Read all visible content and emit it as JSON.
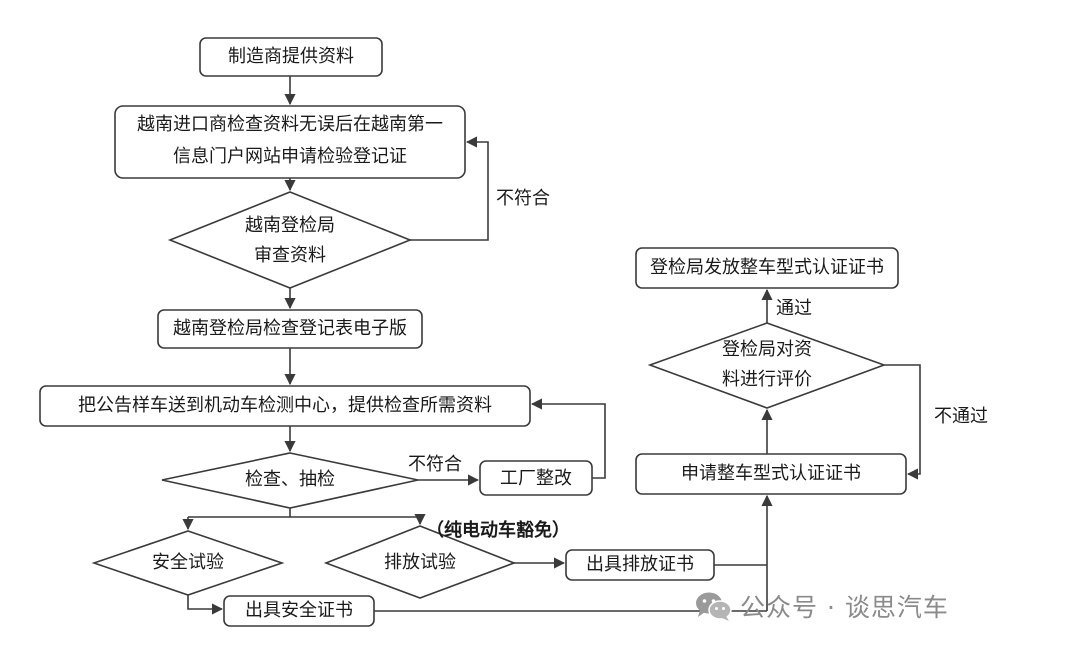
{
  "nodes": {
    "n1": "制造商提供资料",
    "n2_line1": "越南进口商检查资料无误后在越南第一",
    "n2_line2": "信息门户网站申请检验登记证",
    "d1_line1": "越南登检局",
    "d1_line2": "审查资料",
    "n3": "越南登检局检查登记表电子版",
    "n4": "把公告样车送到机动车检测中心，提供检查所需资料",
    "d2": "检查、抽检",
    "n5": "工厂整改",
    "d3": "安全试验",
    "d4": "排放试验",
    "n6": "出具排放证书",
    "n7": "出具安全证书",
    "n8": "申请整车型式认证证书",
    "d5_line1": "登检局对资",
    "d5_line2": "料进行评价",
    "n9": "登检局发放整车型式认证证书"
  },
  "edge_labels": {
    "reject1": "不符合",
    "reject2": "不符合",
    "pass": "通过",
    "fail": "不通过",
    "exempt": "（纯电动车豁免）"
  },
  "watermark": {
    "text": "公众号 · 谈思汽车",
    "icon": "wechat-icon"
  },
  "colors": {
    "stroke": "#3a3a3a",
    "text": "#1a1a1a",
    "watermark": "#8a8a8a"
  }
}
